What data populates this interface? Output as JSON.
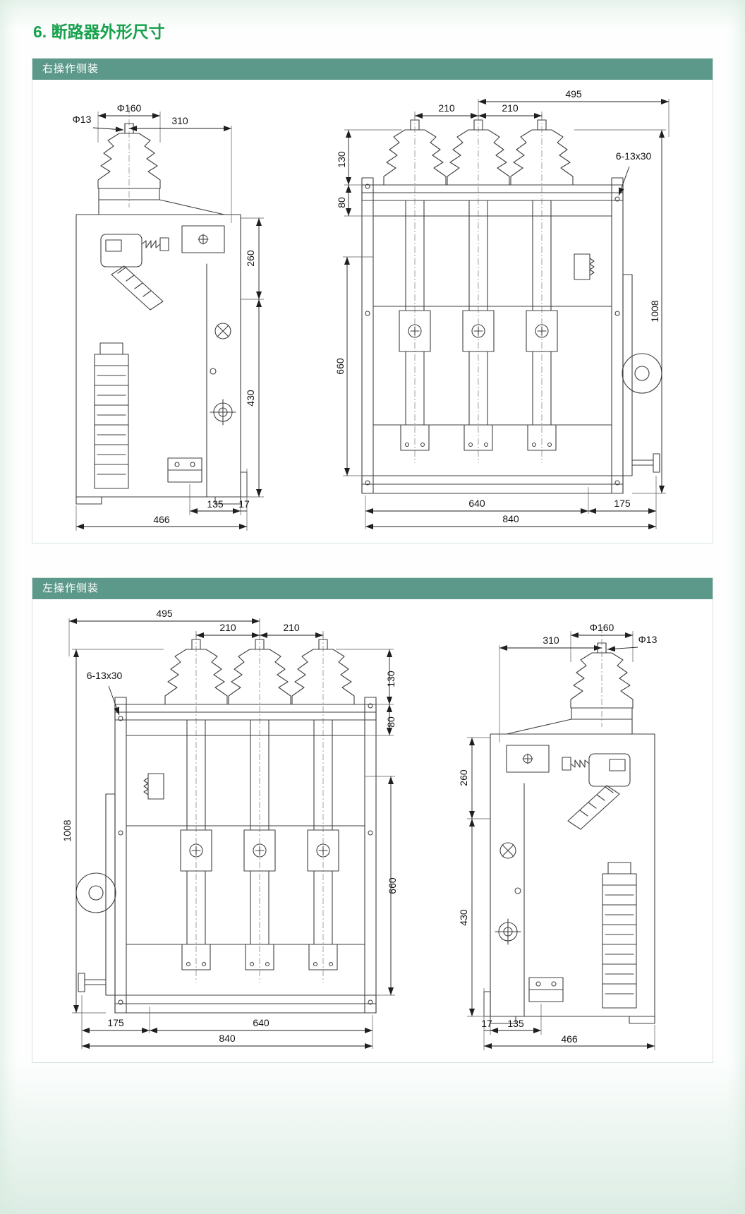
{
  "page": {
    "title": "6. 断路器外形尺寸"
  },
  "colors": {
    "title_green": "#17a24d",
    "header_teal": "#5d998a",
    "page_tint": "#e9f4ee",
    "line_dark": "#3f3f3f"
  },
  "panels": [
    {
      "header": "右操作侧装",
      "side_view": {
        "phi160": "Φ160",
        "phi13": "Φ13",
        "d310": "310",
        "d260": "260",
        "d430": "430",
        "d135": "135",
        "d17": "17",
        "d466": "466"
      },
      "front_view": {
        "d495": "495",
        "d210a": "210",
        "d210b": "210",
        "d130": "130",
        "d80": "80",
        "bolt_note": "6-13x30",
        "d660": "660",
        "d1008": "1008",
        "d640": "640",
        "d175": "175",
        "d840": "840"
      }
    },
    {
      "header": "左操作侧装",
      "side_view": {
        "phi160": "Φ160",
        "phi13": "Φ13",
        "d310": "310",
        "d260": "260",
        "d430": "430",
        "d135": "135",
        "d17": "17",
        "d466": "466"
      },
      "front_view": {
        "d495": "495",
        "d210a": "210",
        "d210b": "210",
        "d130": "130",
        "d80": "80",
        "bolt_note": "6-13x30",
        "d660": "660",
        "d1008": "1008",
        "d640": "640",
        "d175": "175",
        "d840": "840"
      }
    }
  ]
}
